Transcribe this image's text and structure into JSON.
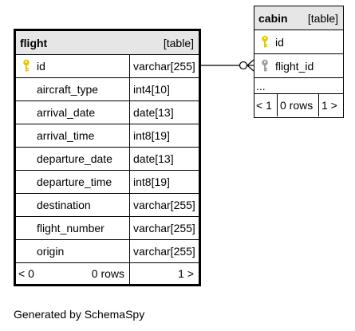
{
  "flight": {
    "name": "flight",
    "kind": "[table]",
    "columns": [
      {
        "name": "id",
        "type": "varchar[255]",
        "pk": true
      },
      {
        "name": "aircraft_type",
        "type": "int4[10]"
      },
      {
        "name": "arrival_date",
        "type": "date[13]"
      },
      {
        "name": "arrival_time",
        "type": "int8[19]"
      },
      {
        "name": "departure_date",
        "type": "date[13]"
      },
      {
        "name": "departure_time",
        "type": "int8[19]"
      },
      {
        "name": "destination",
        "type": "varchar[255]"
      },
      {
        "name": "flight_number",
        "type": "varchar[255]"
      },
      {
        "name": "origin",
        "type": "varchar[255]"
      }
    ],
    "footer": {
      "left": "< 0",
      "middle": "0 rows",
      "right": "1 >"
    }
  },
  "cabin": {
    "name": "cabin",
    "kind": "[table]",
    "columns": [
      {
        "name": "id",
        "pk": true
      },
      {
        "name": "flight_id",
        "fk": true
      }
    ],
    "more": "...",
    "footer": {
      "left": "< 1",
      "middle": "0 rows",
      "right": "1 >"
    }
  },
  "caption": "Generated by SchemaSpy",
  "colors": {
    "header_bg": "#e6e6e6",
    "pk_key": "#e8c800",
    "fk_key": "#a0a0a0",
    "line": "#000000"
  },
  "icons": {
    "primary_key": "key-icon",
    "foreign_key": "key-icon"
  }
}
